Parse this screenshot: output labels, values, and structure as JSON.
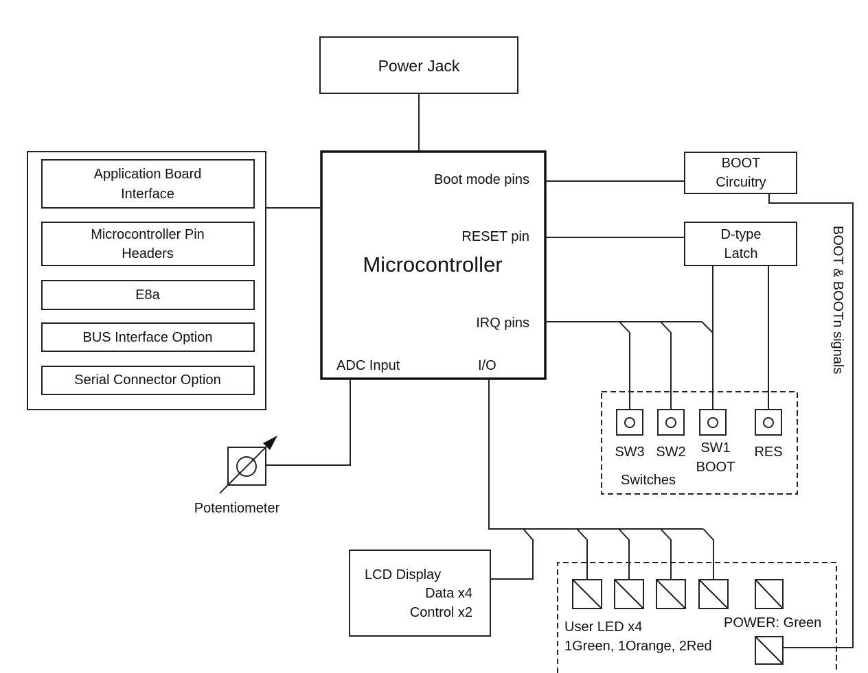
{
  "power": {
    "jack": "Power Jack"
  },
  "mcu": {
    "title": "Microcontroller",
    "boot_pins": "Boot mode pins",
    "reset_pin": "RESET pin",
    "irq_pins": "IRQ pins",
    "adc": "ADC Input",
    "io": "I/O"
  },
  "connectors": {
    "app_board_1": "Application Board",
    "app_board_2": "Interface",
    "pin_headers_1": "Microcontroller Pin",
    "pin_headers_2": "Headers",
    "e8a": "E8a",
    "bus": "BUS Interface Option",
    "serial": "Serial Connector Option"
  },
  "boot": {
    "line1": "BOOT",
    "line2": "Circuitry"
  },
  "latch": {
    "line1": "D-type",
    "line2": "Latch"
  },
  "boot_signals": "BOOT & BOOTn signals",
  "switches": {
    "sw3": "SW3",
    "sw2": "SW2",
    "sw1": "SW1",
    "sw1_sub": "BOOT",
    "res": "RES",
    "caption": "Switches"
  },
  "potentiometer": "Potentiometer",
  "lcd": {
    "line1": "LCD Display",
    "line2": "Data x4",
    "line3": "Control x2"
  },
  "leds": {
    "user_1": "User LED x4",
    "user_2": "1Green, 1Orange, 2Red",
    "power": "POWER: Green"
  }
}
